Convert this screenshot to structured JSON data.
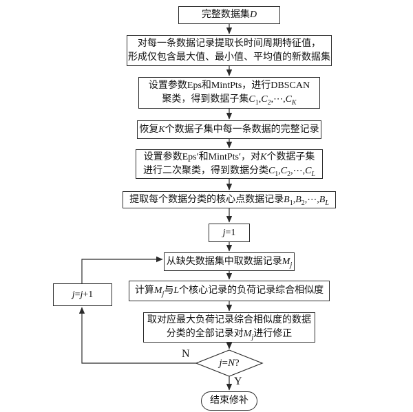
{
  "labels": {
    "no": "N",
    "yes": "Y"
  },
  "nodes": {
    "start": {
      "lines": [
        [
          {
            "t": "完整数据集"
          },
          {
            "t": "D",
            "i": true
          }
        ]
      ]
    },
    "extract": {
      "lines": [
        [
          {
            "t": "对每一条数据记录提取长时间周期特征值，"
          }
        ],
        [
          {
            "t": "形成仅包含最大值、最小值、平均值的新数据集"
          }
        ]
      ]
    },
    "dbscan": {
      "lines": [
        [
          {
            "t": "设置参数Eps和MintPts，进行DBSCAN"
          }
        ],
        [
          {
            "t": "聚类，得到数据子集"
          },
          {
            "t": "C",
            "i": true
          },
          {
            "t": "1",
            "sub": true
          },
          {
            "t": ","
          },
          {
            "t": "C",
            "i": true
          },
          {
            "t": "2",
            "sub": true
          },
          {
            "t": ",⋯,"
          },
          {
            "t": "C",
            "i": true
          },
          {
            "t": "K",
            "i": true,
            "sub": true
          }
        ]
      ]
    },
    "restore": {
      "lines": [
        [
          {
            "t": "恢复"
          },
          {
            "t": "K",
            "i": true
          },
          {
            "t": "个数据子集中每一条数据的完整记录"
          }
        ]
      ]
    },
    "secondary": {
      "lines": [
        [
          {
            "t": "设置参数Eps′和MintPts′，对"
          },
          {
            "t": "K",
            "i": true
          },
          {
            "t": "个数据子集"
          }
        ],
        [
          {
            "t": "进行二次聚类，得到数据分类"
          },
          {
            "t": "C",
            "i": true
          },
          {
            "t": "1",
            "sub": true
          },
          {
            "t": ","
          },
          {
            "t": "C",
            "i": true
          },
          {
            "t": "2",
            "sub": true
          },
          {
            "t": ",⋯,"
          },
          {
            "t": "C",
            "i": true
          },
          {
            "t": "L",
            "i": true,
            "sub": true
          }
        ]
      ]
    },
    "core": {
      "lines": [
        [
          {
            "t": "提取每个数据分类的核心点数据记录"
          },
          {
            "t": "B",
            "i": true
          },
          {
            "t": "1",
            "sub": true
          },
          {
            "t": ","
          },
          {
            "t": "B",
            "i": true
          },
          {
            "t": "2",
            "sub": true
          },
          {
            "t": ",⋯,"
          },
          {
            "t": "B",
            "i": true
          },
          {
            "t": "L",
            "i": true,
            "sub": true
          }
        ]
      ]
    },
    "init_j": {
      "lines": [
        [
          {
            "t": "j",
            "i": true
          },
          {
            "t": "=1"
          }
        ]
      ]
    },
    "fetch": {
      "lines": [
        [
          {
            "t": "从缺失数据集中取数据记录"
          },
          {
            "t": "M",
            "i": true
          },
          {
            "t": "j",
            "i": true,
            "sub": true
          }
        ]
      ]
    },
    "similarity": {
      "lines": [
        [
          {
            "t": "计算"
          },
          {
            "t": "M",
            "i": true
          },
          {
            "t": "j",
            "i": true,
            "sub": true
          },
          {
            "t": "与"
          },
          {
            "t": "L",
            "i": true
          },
          {
            "t": "个核心记录的负荷记录综合相似度"
          }
        ]
      ]
    },
    "repair": {
      "lines": [
        [
          {
            "t": "取对应最大负荷记录综合相似度的数据"
          }
        ],
        [
          {
            "t": "分类的全部记录对"
          },
          {
            "t": "M",
            "i": true
          },
          {
            "t": "j",
            "i": true,
            "sub": true
          },
          {
            "t": "进行修正"
          }
        ]
      ]
    },
    "decision": {
      "lines": [
        [
          {
            "t": "j",
            "i": true
          },
          {
            "t": "="
          },
          {
            "t": "N",
            "i": true
          },
          {
            "t": "?"
          }
        ]
      ]
    },
    "increment": {
      "lines": [
        [
          {
            "t": "j",
            "i": true
          },
          {
            "t": "="
          },
          {
            "t": "j",
            "i": true
          },
          {
            "t": "+1"
          }
        ]
      ]
    },
    "end": {
      "lines": [
        [
          {
            "t": "结束修补"
          }
        ]
      ]
    }
  },
  "colors": {
    "line": "#2b2b2b",
    "background": "#ffffff",
    "text": "#111111"
  }
}
